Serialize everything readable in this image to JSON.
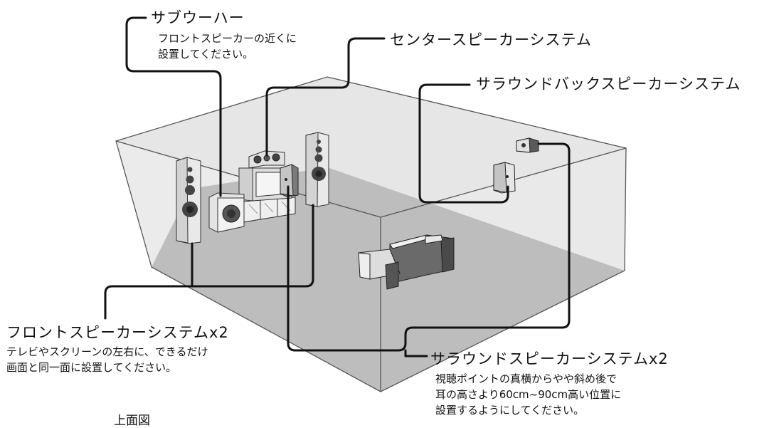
{
  "labels": {
    "subwoofer": {
      "title": "サブウーハー",
      "note": [
        "フロントスピーカーの近くに",
        "設置してください。"
      ]
    },
    "center": {
      "title": "センタースピーカーシステム"
    },
    "surround_back": {
      "title": "サラウンドバックスピーカーシステム"
    },
    "front": {
      "title": "フロントスピーカーシステムx2",
      "note": [
        "テレビやスクリーンの左右に、できるだけ",
        "画面と同一面に設置してください。"
      ]
    },
    "surround": {
      "title": "サラウンドスピーカーシステムx2",
      "note": [
        "視聴ポイントの真横からやや斜め後で",
        "耳の高さより60cm~90cm高い位置に",
        "設置するようにしてください。"
      ]
    }
  },
  "view_caption": "上面図",
  "colors": {
    "wall": "#e4e4e4",
    "floor": "#b9b9b9",
    "edge": "#555555",
    "leader": "#111111"
  }
}
